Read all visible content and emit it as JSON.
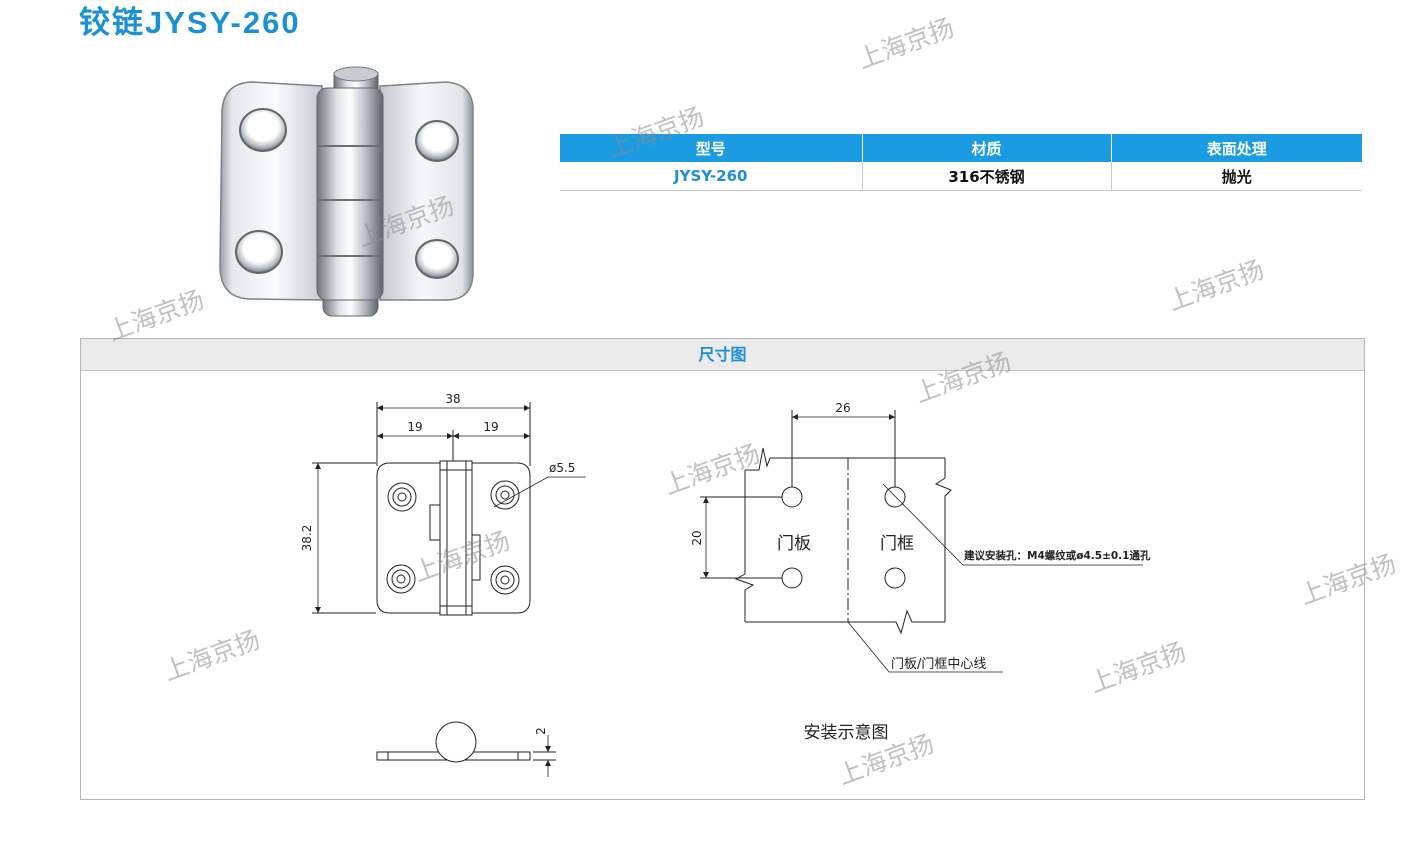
{
  "title": "铰链JYSY-260",
  "watermark": "上海京扬",
  "colors": {
    "accent": "#1b8fd8",
    "table_header_bg": "#1b9be2",
    "section_header_bg": "#ebebeb"
  },
  "spec_table": {
    "headers": [
      "型号",
      "材质",
      "表面处理"
    ],
    "rows": [
      [
        "JYSY-260",
        "316不锈钢",
        "抛光"
      ]
    ]
  },
  "dimension_section": {
    "title": "尺寸图",
    "front_view": {
      "overall_width": "38",
      "left_half_width": "19",
      "right_half_width": "19",
      "hole_diameter": "ø5.5",
      "height": "38.2"
    },
    "side_view": {
      "thickness": "2"
    },
    "install_diagram": {
      "horizontal_hole_spacing": "26",
      "vertical_hole_spacing": "20",
      "door_panel_label": "门板",
      "door_frame_label": "门框",
      "hole_note": "建议安装孔：M4螺纹或ø4.5±0.1通孔",
      "center_line_label": "门板/门框中心线",
      "caption": "安装示意图"
    }
  }
}
